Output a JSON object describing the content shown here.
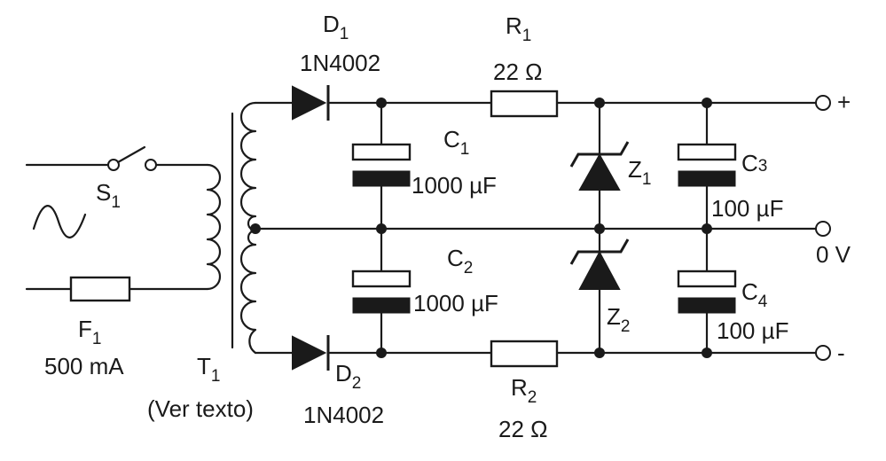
{
  "source": {
    "wave_symbol": "sine-wave-icon"
  },
  "switch": {
    "name": "S",
    "sub": "1"
  },
  "fuse": {
    "name": "F",
    "sub": "1",
    "value": "500 mA"
  },
  "transformer": {
    "name": "T",
    "sub": "1",
    "note": "(Ver texto)"
  },
  "diode1": {
    "name": "D",
    "sub": "1",
    "part": "1N4002"
  },
  "diode2": {
    "name": "D",
    "sub": "2",
    "part": "1N4002"
  },
  "cap1": {
    "name": "C",
    "sub": "1",
    "value": "1000 µF"
  },
  "cap2": {
    "name": "C",
    "sub": "2",
    "value": "1000 µF"
  },
  "cap3": {
    "name": "C",
    "sub": "3",
    "value": "100 µF"
  },
  "cap4": {
    "name": "C",
    "sub": "4",
    "value": "100 µF"
  },
  "res1": {
    "name": "R",
    "sub": "1",
    "value": "22 Ω"
  },
  "res2": {
    "name": "R",
    "sub": "2",
    "value": "22 Ω"
  },
  "zener1": {
    "name": "Z",
    "sub": "1"
  },
  "zener2": {
    "name": "Z",
    "sub": "2"
  },
  "outputs": {
    "positive": "+",
    "ground": "0 V",
    "negative": "-"
  }
}
